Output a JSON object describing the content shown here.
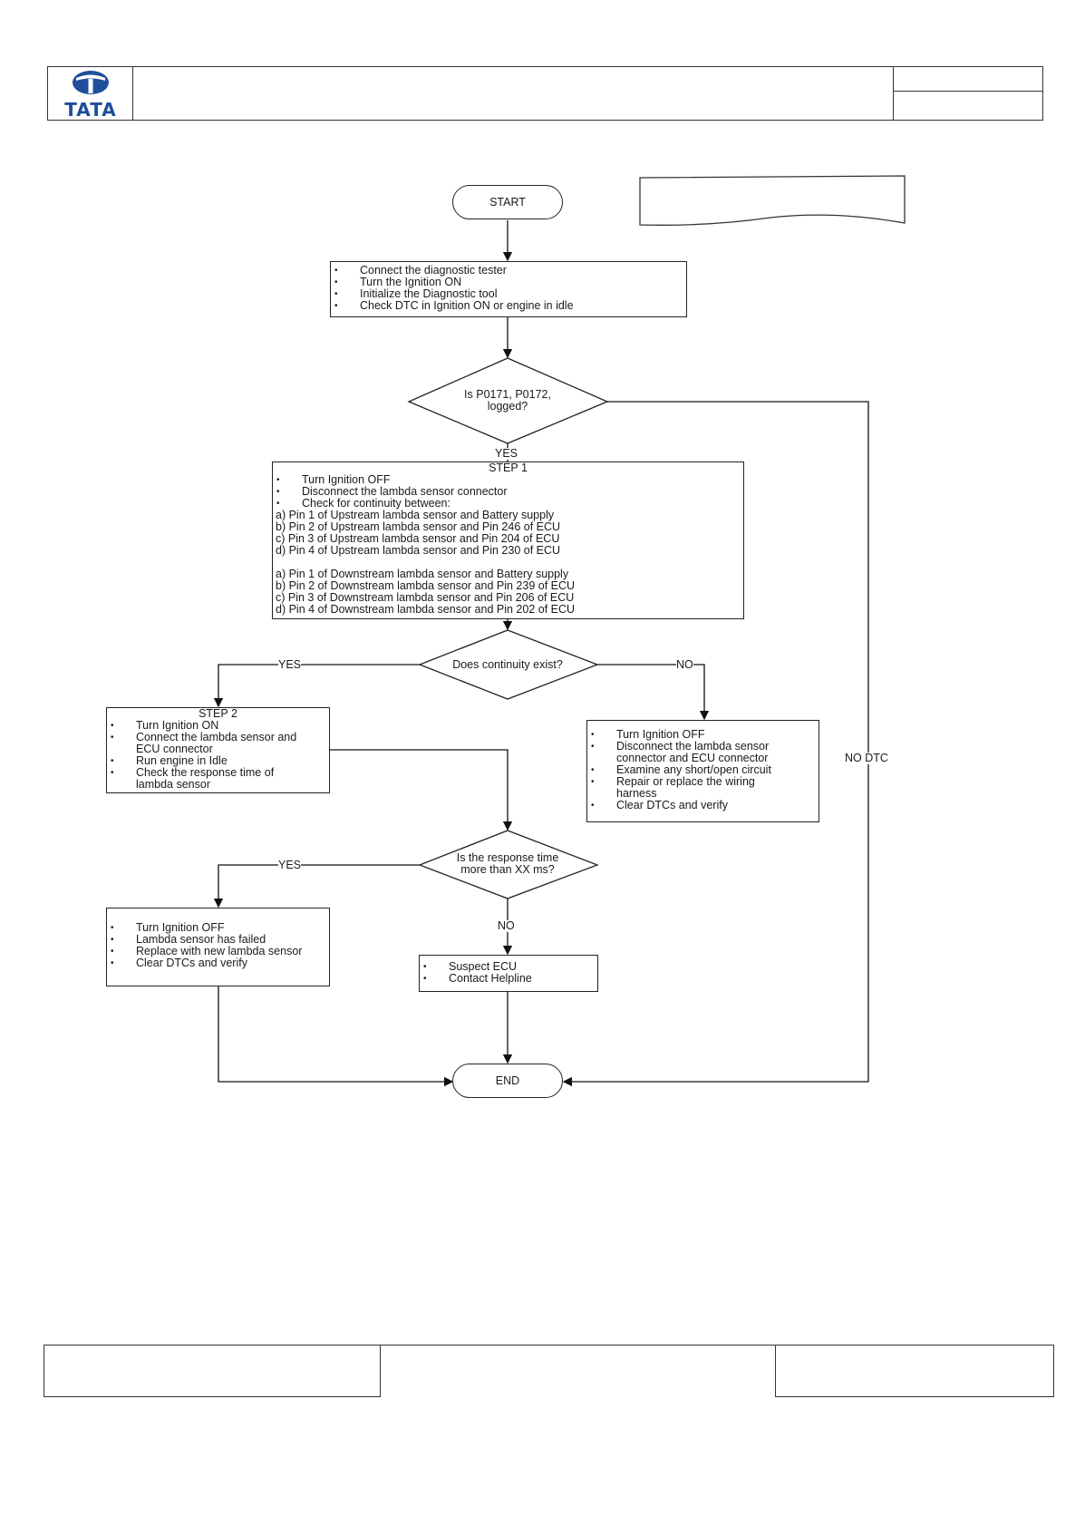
{
  "header": {
    "logo_text": "TATA"
  },
  "flow": {
    "start": "START",
    "end": "END",
    "box1": [
      "Connect the diagnostic tester",
      "Turn the Ignition ON",
      "Initialize the Diagnostic tool",
      "Check DTC in Ignition ON or engine in idle"
    ],
    "decision1": "Is P0171, P0172,\nlogged?",
    "yes1": "YES",
    "no_dtc": "NO DTC",
    "step1": {
      "title": "STEP 1",
      "items": [
        "Turn Ignition OFF",
        "Disconnect the lambda sensor connector",
        "Check for continuity between:"
      ],
      "upstream": [
        "a) Pin 1 of Upstream lambda sensor and Battery supply",
        "b) Pin 2 of Upstream lambda sensor and Pin 246 of ECU",
        "c) Pin 3 of Upstream lambda sensor and Pin 204 of ECU",
        "d) Pin 4 of Upstream lambda sensor and Pin 230 of ECU"
      ],
      "downstream": [
        "a) Pin 1 of Downstream lambda sensor and Battery supply",
        "b) Pin 2 of Downstream lambda sensor and Pin 239 of ECU",
        "c) Pin 3 of Downstream lambda sensor and Pin 206 of ECU",
        "d) Pin 4 of Downstream lambda sensor and Pin 202 of ECU"
      ]
    },
    "decision2": "Does continuity exist?",
    "yes2": "YES",
    "no2": "NO",
    "step2": {
      "title": "STEP 2",
      "items": [
        "Turn Ignition ON",
        "Connect the lambda sensor and\nECU connector",
        "Run engine in Idle",
        "Check the response time of\nlambda sensor"
      ]
    },
    "repair_box": [
      "Turn Ignition OFF",
      "Disconnect the lambda sensor\nconnector and ECU connector",
      "Examine any short/open circuit",
      "Repair or replace the wiring\nharness",
      "Clear DTCs and verify"
    ],
    "decision3": "Is the response time\nmore than XX ms?",
    "yes3": "YES",
    "no3": "NO",
    "replace_box": [
      "Turn Ignition OFF",
      "Lambda sensor has failed",
      "Replace with new lambda sensor",
      "Clear DTCs and verify"
    ],
    "ecu_box": [
      "Suspect ECU",
      "Contact Helpline"
    ]
  }
}
